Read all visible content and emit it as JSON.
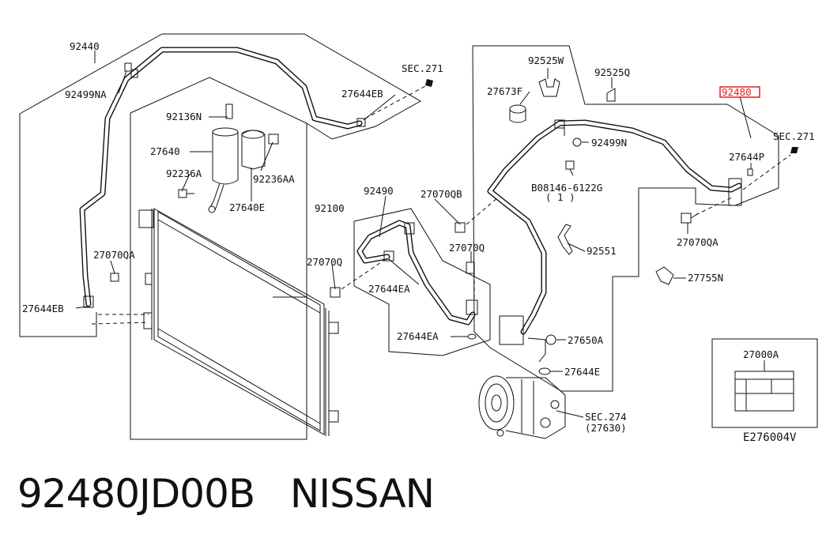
{
  "labels": {
    "p92440": "92440",
    "p92499NA": "92499NA",
    "p92136N": "92136N",
    "p27640": "27640",
    "p92236A": "92236A",
    "p92236AA": "92236AA",
    "p27640E": "27640E",
    "p92100": "92100",
    "p27070QA_left": "27070QA",
    "p27644EB_left": "27644EB",
    "p27644EB_top": "27644EB",
    "sec271_top": "SEC.271",
    "p92490": "92490",
    "p27070QB": "27070QB",
    "p27070Q_a": "27070Q",
    "p27070Q_b": "27070Q",
    "p27644EA_a": "27644EA",
    "p27644EA_b": "27644EA",
    "p92525W": "92525W",
    "p92525Q": "92525Q",
    "p27673F": "27673F",
    "p92480": "92480",
    "p92499N": "92499N",
    "sec271_right": "SEC.271",
    "p27644P": "27644P",
    "p08146_1": "B08146-6122G",
    "p08146_2": "( 1 )",
    "p92551": "92551",
    "p27070QA_right": "27070QA",
    "p27755N": "27755N",
    "p27650A": "27650A",
    "p27644E": "27644E",
    "sec274_1": "SEC.274",
    "sec274_2": "(27630)",
    "p27000A": "27000A",
    "figure_code": "E276004V"
  },
  "highlight": {
    "part": "92480",
    "color": "#e02020"
  },
  "caption": {
    "part_number": "92480JD00B",
    "brand": "NISSAN"
  }
}
